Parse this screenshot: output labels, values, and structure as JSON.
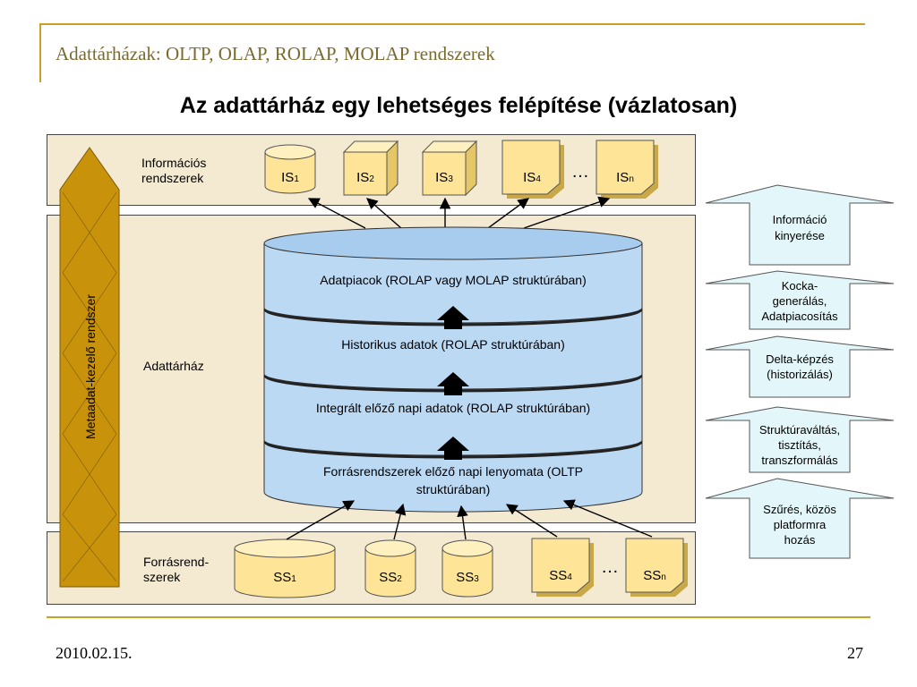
{
  "slide_title": "Adattárházak: OLTP, OLAP, ROLAP, MOLAP rendszerek",
  "heading": "Az adattárház egy lehetséges felépítése (vázlatosan)",
  "metadata_bar_label": "Metaadat-kezelő rendszer",
  "info_systems": {
    "label_line1": "Információs",
    "label_line2": "rendszerek",
    "items": [
      {
        "base": "IS",
        "sub": "1",
        "shape": "cylinder"
      },
      {
        "base": "IS",
        "sub": "2",
        "shape": "cube"
      },
      {
        "base": "IS",
        "sub": "3",
        "shape": "cube"
      },
      {
        "base": "IS",
        "sub": "4",
        "shape": "document"
      },
      {
        "base": "IS",
        "sub": "n",
        "shape": "document"
      }
    ],
    "ellipsis": "…"
  },
  "warehouse": {
    "label": "Adattárház",
    "layers": [
      {
        "line1": "Adatpiacok (ROLAP vagy MOLAP struktúrában)",
        "line2": ""
      },
      {
        "line1": "Historikus adatok (ROLAP struktúrában)",
        "line2": ""
      },
      {
        "line1": "Integrált előző napi adatok (ROLAP struktúrában)",
        "line2": ""
      },
      {
        "line1": "Forrásrendszerek előző napi lenyomata (OLTP",
        "line2": "struktúrában)"
      }
    ]
  },
  "source_systems": {
    "label_line1": "Forrásrend-",
    "label_line2": "szerek",
    "items": [
      {
        "base": "SS",
        "sub": "1",
        "shape": "cylinder"
      },
      {
        "base": "SS",
        "sub": "2",
        "shape": "cylinder"
      },
      {
        "base": "SS",
        "sub": "3",
        "shape": "cylinder"
      },
      {
        "base": "SS",
        "sub": "4",
        "shape": "document"
      },
      {
        "base": "SS",
        "sub": "n",
        "shape": "document"
      }
    ],
    "ellipsis": "…"
  },
  "process_steps": [
    {
      "lines": [
        "Információ",
        "kinyerése"
      ]
    },
    {
      "lines": [
        "Kocka-",
        "generálás,",
        "Adatpiacosítás"
      ]
    },
    {
      "lines": [
        "Delta-képzés",
        "(historizálás)"
      ]
    },
    {
      "lines": [
        "Struktúraváltás,",
        "tisztítás,",
        "transzformálás"
      ]
    },
    {
      "lines": [
        "Szűrés, közös",
        "platformra",
        "hozás"
      ]
    }
  ],
  "footer": {
    "date": "2010.02.15.",
    "page": "27"
  },
  "colors": {
    "gold": "#c8a028",
    "panel_bg": "#f4ead2",
    "cylinder_blue": "#bcd9f4",
    "item_yellow": "#fde497",
    "step_arrow_fill": "#e3f6f9",
    "metadata_bar": "#c8920a"
  }
}
